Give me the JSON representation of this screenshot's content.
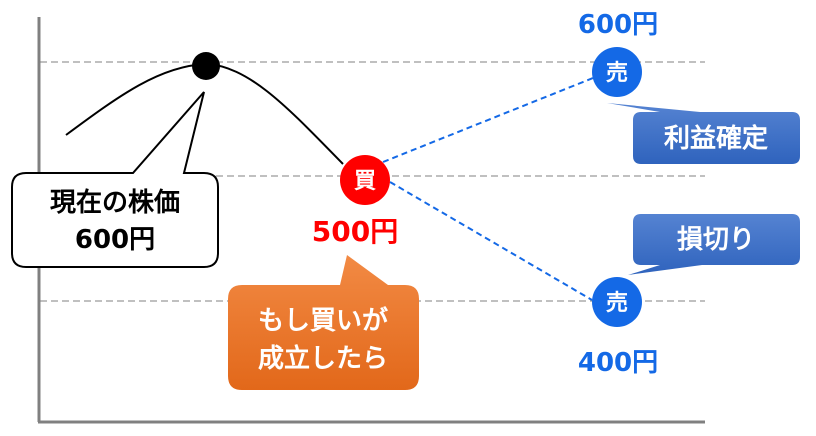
{
  "current_price_callout": {
    "line1": "現在の株価",
    "line2": "600円"
  },
  "buy_marker": {
    "label": "買",
    "price": "500円",
    "color": "#ff0000"
  },
  "condition_callout": {
    "line1": "もし買いが",
    "line2": "成立したら"
  },
  "sell_profit": {
    "label": "売",
    "price": "600円",
    "callout": "利益確定"
  },
  "sell_loss": {
    "label": "売",
    "price": "400円",
    "callout": "損切り"
  },
  "colors": {
    "blue": "#1469e6",
    "red": "#ff0000",
    "orange": "#ec7a2c",
    "callout_blue": "#3d6fc6"
  }
}
